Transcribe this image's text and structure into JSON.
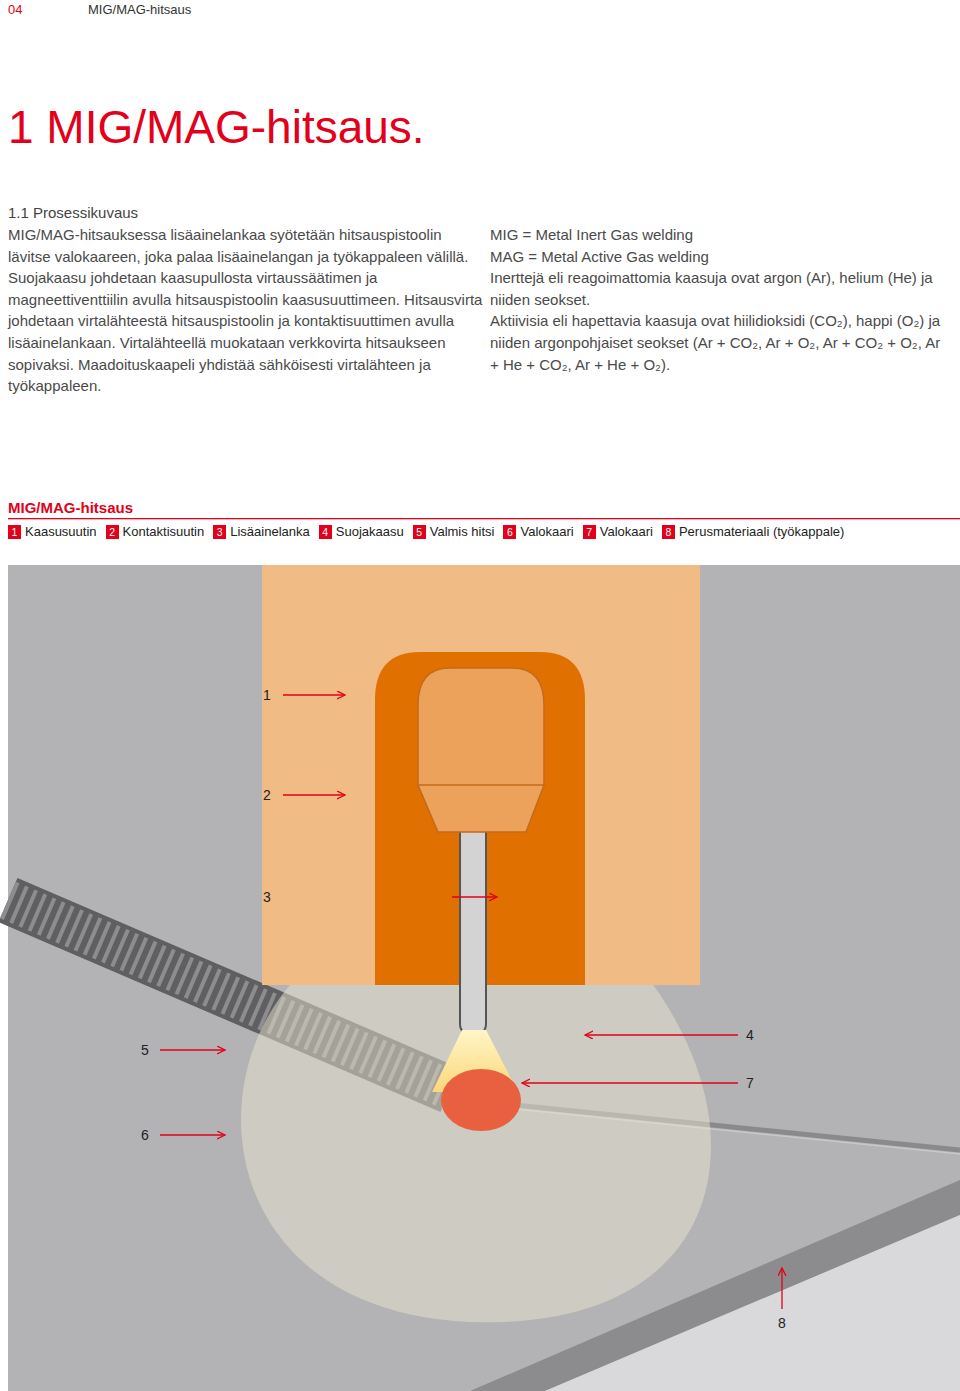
{
  "diagram": {
    "title": "1 MIG/MAG-hitsaus.",
    "labels": [
      "04",
      "MIG/MAG-hitsaus",
      "1.1 Prosessikuvaus",
      "MIG/MAG-hitsauksessa lisäainelankaa syötetään hitsauspistoolin lävitse valokaareen, joka palaa lisäainelangan ja työkappaleen välillä. Suojakaasu johdetaan kaasupullosta virtaussäätimen ja magneettiventtiilin avulla hitsauspistoolin kaasusuuttimeen. Hitsausvirta johdetaan virtalähteestä hitsauspistoolin ja kontaktisuuttimen avulla lisäainelankaan. Virtalähteellä muokataan verkkovirta hitsaukseen sopivaksi. Maadoituskaapeli yhdistää sähköisesti virtalähteen ja työkappaleen.",
      "MIG = Metal Inert Gas welding",
      "MAG = Metal Active Gas welding",
      "Inerttejä eli reagoimattomia kaasuja ovat argon (Ar), helium (He) ja niiden seokset.",
      "Aktiivisia eli hapettavia kaasuja ovat hiilidioksidi (CO₂), happi (O₂) ja niiden argonpohjaiset seokset (Ar + CO₂, Ar + O₂, Ar + CO₂ + O₂, Ar + He + CO₂, Ar + He + O₂).",
      "MIG/MAG-hitsaus",
      "1",
      "2",
      "3",
      "4",
      "5",
      "6",
      "7",
      "8",
      "1",
      "2",
      "3",
      "4",
      "5",
      "6",
      "7",
      "8"
    ],
    "legend": [
      {
        "text": "Kaasusuutin",
        "color": "#e2001a"
      },
      {
        "text": "Kontaktisuutin",
        "color": "#e2001a"
      },
      {
        "text": "Lisäainelanka",
        "color": "#e2001a"
      },
      {
        "text": "Suojakaasu",
        "color": "#e2001a"
      },
      {
        "text": "Valmis hitsi",
        "color": "#e2001a"
      },
      {
        "text": "Valokaari",
        "color": "#e2001a"
      },
      {
        "text": "Valokaari",
        "color": "#e2001a"
      },
      {
        "text": "Perusmateriaali (työkappale)",
        "color": "#e2001a"
      }
    ]
  }
}
